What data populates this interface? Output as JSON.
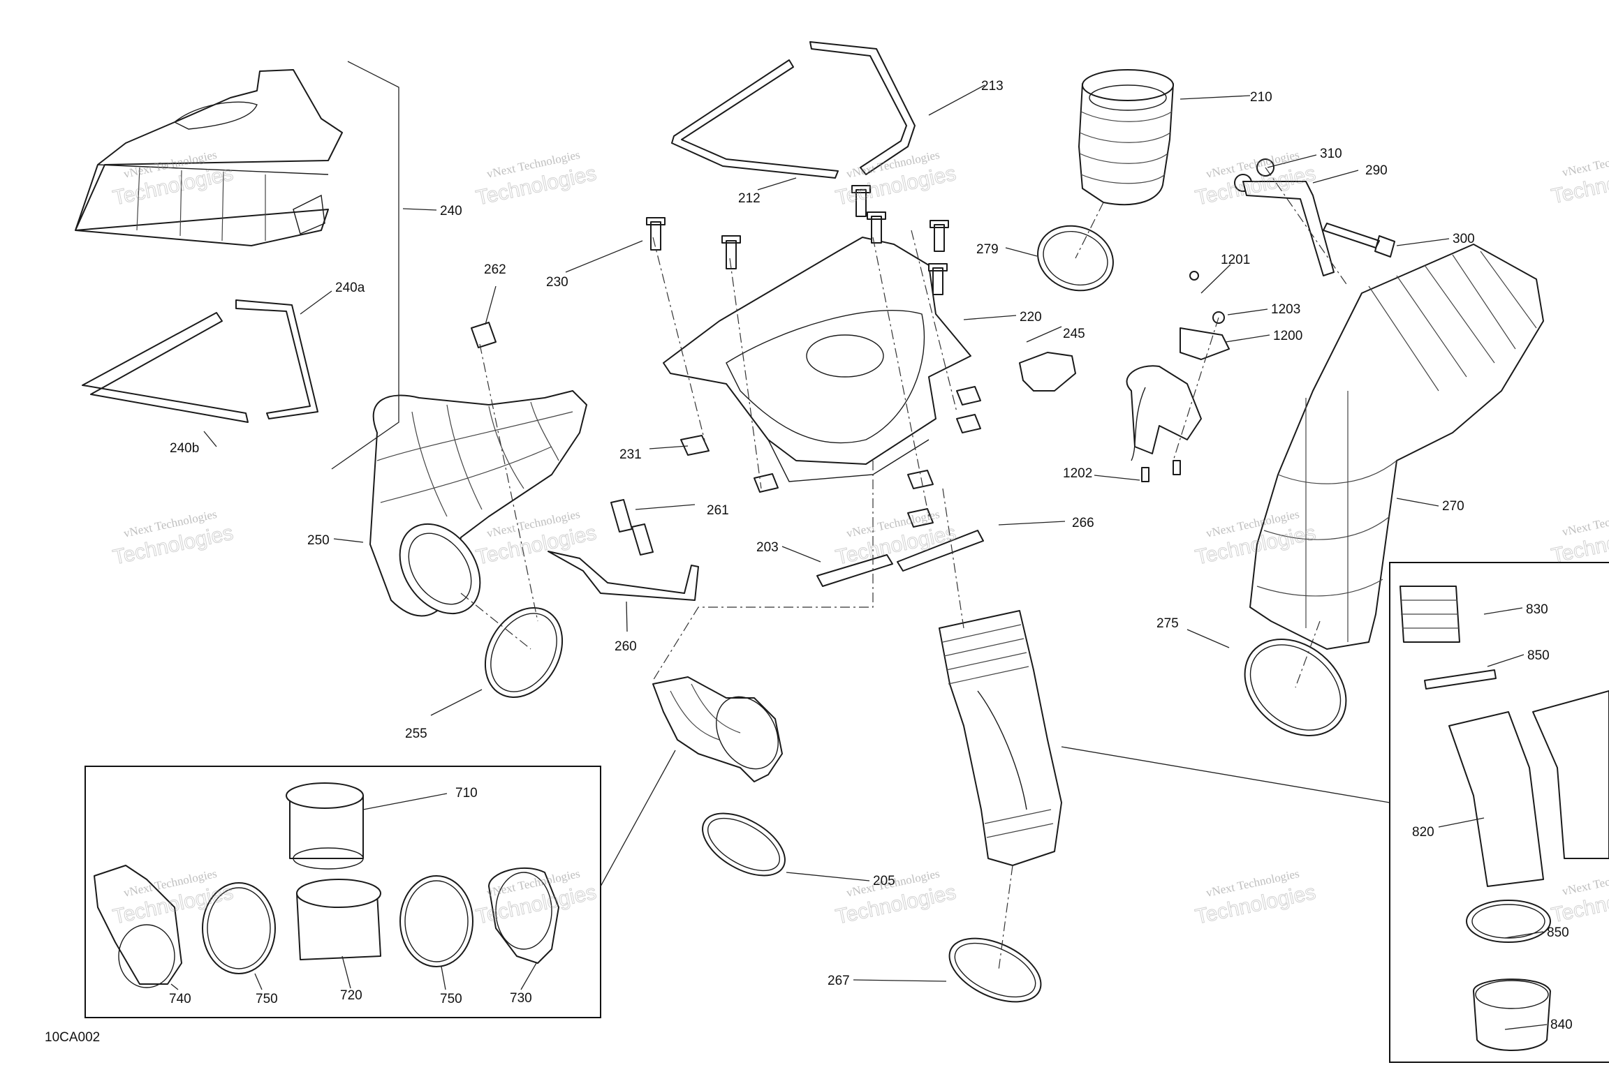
{
  "drawing_code": "10CA002",
  "watermark": {
    "line1": "vNext Technologies",
    "line2": "Technologies",
    "small": "vNext"
  },
  "callouts": [
    {
      "id": "213",
      "text": "213"
    },
    {
      "id": "210",
      "text": "210"
    },
    {
      "id": "310",
      "text": "310"
    },
    {
      "id": "290",
      "text": "290"
    },
    {
      "id": "300",
      "text": "300"
    },
    {
      "id": "240",
      "text": "240"
    },
    {
      "id": "240a",
      "text": "240a"
    },
    {
      "id": "240b",
      "text": "240b"
    },
    {
      "id": "212",
      "text": "212"
    },
    {
      "id": "230",
      "text": "230"
    },
    {
      "id": "262",
      "text": "262"
    },
    {
      "id": "279",
      "text": "279"
    },
    {
      "id": "1201",
      "text": "1201"
    },
    {
      "id": "220",
      "text": "220"
    },
    {
      "id": "1203",
      "text": "1203"
    },
    {
      "id": "1200",
      "text": "1200"
    },
    {
      "id": "245",
      "text": "245"
    },
    {
      "id": "231",
      "text": "231"
    },
    {
      "id": "1202",
      "text": "1202"
    },
    {
      "id": "261",
      "text": "261"
    },
    {
      "id": "270",
      "text": "270"
    },
    {
      "id": "250",
      "text": "250"
    },
    {
      "id": "266",
      "text": "266"
    },
    {
      "id": "203",
      "text": "203"
    },
    {
      "id": "260",
      "text": "260"
    },
    {
      "id": "275",
      "text": "275"
    },
    {
      "id": "830",
      "text": "830"
    },
    {
      "id": "850a",
      "text": "850"
    },
    {
      "id": "255",
      "text": "255"
    },
    {
      "id": "710",
      "text": "710"
    },
    {
      "id": "820",
      "text": "820"
    },
    {
      "id": "205",
      "text": "205"
    },
    {
      "id": "850b",
      "text": "850"
    },
    {
      "id": "740",
      "text": "740"
    },
    {
      "id": "750a",
      "text": "750"
    },
    {
      "id": "720",
      "text": "720"
    },
    {
      "id": "750b",
      "text": "750"
    },
    {
      "id": "730",
      "text": "730"
    },
    {
      "id": "267",
      "text": "267"
    },
    {
      "id": "840",
      "text": "840"
    }
  ]
}
